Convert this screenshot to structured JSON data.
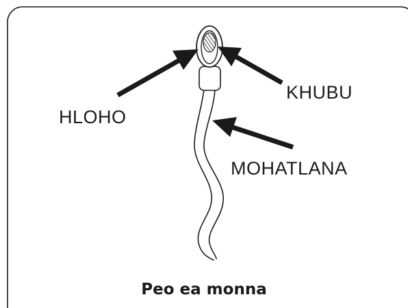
{
  "diagram": {
    "labels": {
      "head": "HLOHO",
      "nucleus": "KHUBU",
      "tail": "MOHATLANA"
    },
    "caption": "Peo ea monna"
  }
}
